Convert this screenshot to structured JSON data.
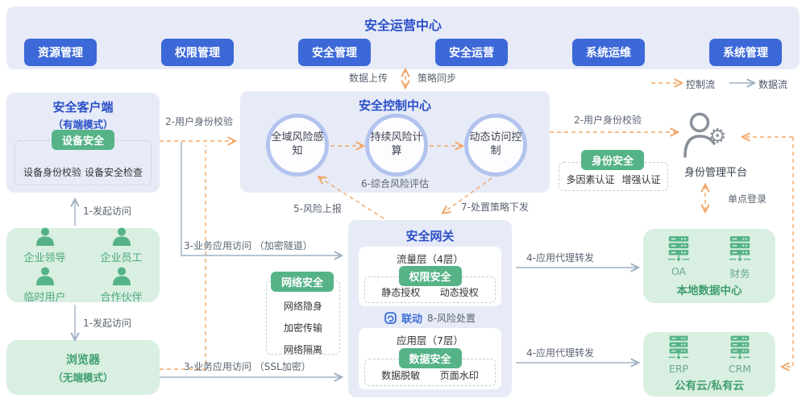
{
  "colors": {
    "button_blue": "#3c68d8",
    "title_blue": "#2b50c8",
    "badge_green": "#56b387",
    "panel_lavender": "#e7ebf7",
    "panel_light_green": "#d9efe2",
    "control_flow_orange": "#f0a868",
    "data_flow_gray": "#9fb2c4"
  },
  "legend": {
    "control_flow": "控制流",
    "data_flow": "数据流"
  },
  "ops_center": {
    "title": "安全运营中心",
    "buttons": [
      "资源管理",
      "权限管理",
      "安全管理",
      "安全运营",
      "系统运维",
      "系统管理"
    ]
  },
  "client": {
    "title": "安全客户端",
    "subtitle": "（有端模式）",
    "badge": "设备安全",
    "items": [
      "设备身份校验",
      "设备安全检查"
    ]
  },
  "users": {
    "items": [
      "企业领导",
      "企业员工",
      "临时用户",
      "合作伙伴"
    ]
  },
  "browser": {
    "title": "浏览器",
    "subtitle": "（无端模式）"
  },
  "control_center": {
    "title": "安全控制中心",
    "circles": [
      "全域风险感知",
      "持续风险计算",
      "动态访问控制"
    ],
    "assessment_label": "6-综合风险评估"
  },
  "gateway": {
    "title": "安全网关",
    "traffic_layer": {
      "title": "流量层（4层）",
      "badge": "权限安全",
      "items": [
        "静态授权",
        "动态授权"
      ]
    },
    "linkage": {
      "label": "联动",
      "note": "8-风险处置"
    },
    "app_layer": {
      "title": "应用层（7层）",
      "badge": "数据安全",
      "items": [
        "数据脱敏",
        "页面水印"
      ]
    }
  },
  "network_security": {
    "badge": "网络安全",
    "items": [
      "网络隐身",
      "加密传输",
      "网络隔离"
    ]
  },
  "identity_security": {
    "badge": "身份安全",
    "items": [
      "多因素认证",
      "增强认证"
    ]
  },
  "identity_platform": {
    "label": "身份管理平台"
  },
  "local_datacenter": {
    "title": "本地数据中心",
    "servers": [
      "OA",
      "财务"
    ]
  },
  "cloud": {
    "title": "公有云/私有云",
    "servers": [
      "ERP",
      "CRM"
    ]
  },
  "flows": {
    "data_upload": "数据上传",
    "policy_sync": "策略同步",
    "user_auth_client": "2-用户身份校验",
    "user_auth_platform": "2-用户身份校验",
    "initiate_access_client": "1-发起访问",
    "initiate_access_browser": "1-发起访问",
    "app_access_tunnel": "3-业务应用访问 （加密隧道）",
    "app_access_ssl": "3-业务应用访问 （SSL加密）",
    "risk_report": "5-风险上报",
    "policy_dispatch": "7-处置策略下发",
    "proxy_forward_dc": "4-应用代理转发",
    "proxy_forward_cloud": "4-应用代理转发",
    "sso": "单点登录"
  }
}
